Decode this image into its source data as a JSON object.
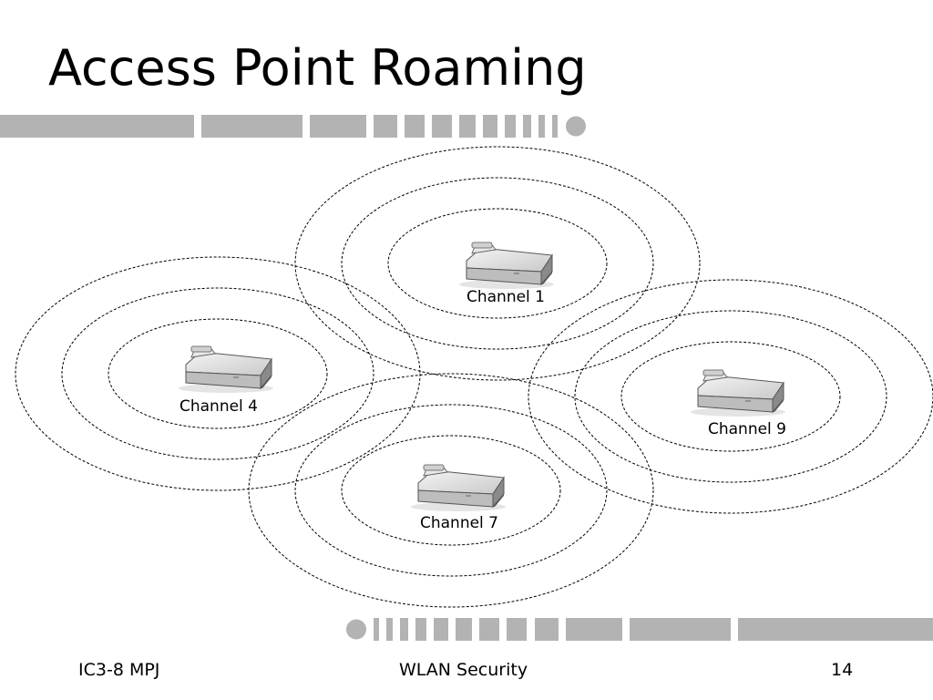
{
  "slide": {
    "title": "Access Point Roaming"
  },
  "diagram": {
    "access_points": [
      {
        "name": "ap-channel-1",
        "label": "Channel 1"
      },
      {
        "name": "ap-channel-4",
        "label": "Channel 4"
      },
      {
        "name": "ap-channel-9",
        "label": "Channel 9"
      },
      {
        "name": "ap-channel-7",
        "label": "Channel 7"
      }
    ]
  },
  "footer": {
    "left": "IC3-8 MPJ",
    "center": "WLAN Security",
    "page_number": "14"
  },
  "colors": {
    "decoration": "#b3b3b3",
    "ring_stroke": "#000000",
    "device_body": "#d9d9d9"
  }
}
